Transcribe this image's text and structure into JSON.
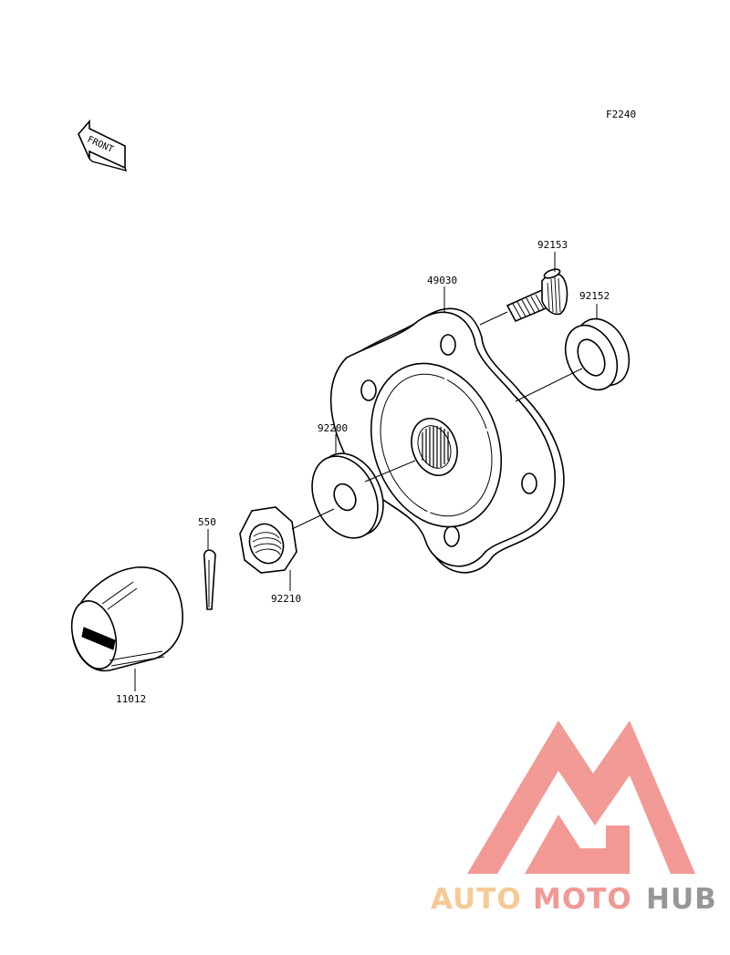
{
  "figure_code": "F2240",
  "front_label": "FRONT",
  "parts": [
    {
      "id": "hub",
      "number": "49030"
    },
    {
      "id": "stud",
      "number": "92153"
    },
    {
      "id": "seal",
      "number": "92152"
    },
    {
      "id": "washer",
      "number": "92200"
    },
    {
      "id": "cotter_pin",
      "number": "550"
    },
    {
      "id": "nut",
      "number": "92210"
    },
    {
      "id": "cap",
      "number": "11012"
    }
  ],
  "logo": {
    "text_part1": "AUTO",
    "text_part2": "MOTO",
    "text_part3": "HUB",
    "color_light": "#f6c48a",
    "color_red": "#f18f8a",
    "color_grey": "#8c8c8c"
  }
}
